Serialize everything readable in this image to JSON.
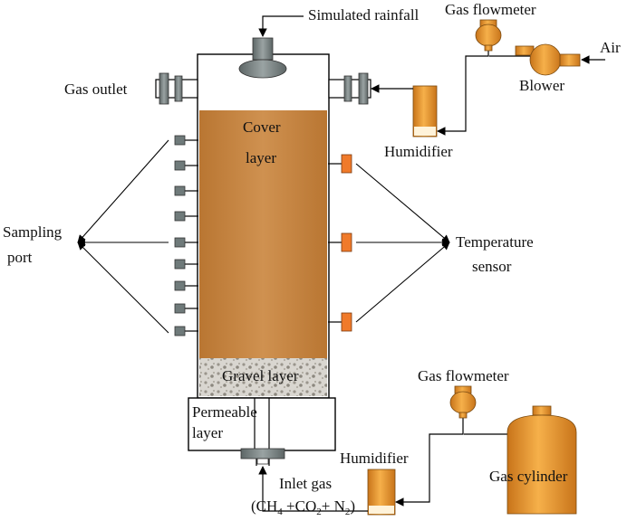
{
  "labels": {
    "simulated_rainfall": "Simulated rainfall",
    "gas_flowmeter_top": "Gas flowmeter",
    "air": "Air",
    "blower": "Blower",
    "gas_outlet": "Gas outlet",
    "humidifier_top": "Humidifier",
    "cover_layer_1": "Cover",
    "cover_layer_2": "layer",
    "sampling_port_1": "Sampling",
    "sampling_port_2": "port",
    "temperature_sensor_1": "Temperature",
    "temperature_sensor_2": "sensor",
    "gravel_layer": "Gravel layer",
    "permeable_layer_1": "Permeable",
    "permeable_layer_2": "layer",
    "gas_flowmeter_bottom": "Gas flowmeter",
    "humidifier_bottom": "Humidifier",
    "gas_cylinder": "Gas cylinder",
    "inlet_gas": "Inlet gas",
    "formula": {
      "open": "(CH",
      "sub1": "4",
      "plus1": " +CO",
      "sub2": "2",
      "plus2": "+ N",
      "sub3": "2",
      "close": ")"
    }
  },
  "colors": {
    "soil": "#c98a44",
    "sensor": "#f07a2a",
    "port": "#6f7a7a",
    "equipment": "#e89a30",
    "line": "#000000"
  }
}
